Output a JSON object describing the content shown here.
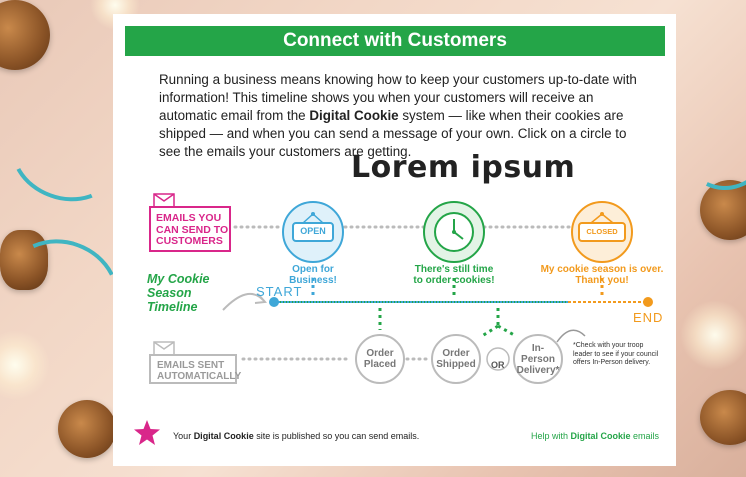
{
  "banner": {
    "title": "Connect with Customers"
  },
  "intro": {
    "part1": "Running a business means knowing how to keep your customers up-to-date with information! This timeline shows you when your customers will receive an automatic email from the ",
    "brand": "Digital Cookie",
    "part2": " system — like when their cookies are shipped — and when you can send a message of your own. Click on a circle to see the emails your customers are getting."
  },
  "heading": "Lorem ipsum",
  "emails_you_can_send": "EMAILS YOU CAN SEND TO CUSTOMERS",
  "emails_sent_auto": "EMAILS SENT AUTOMATICALLY",
  "timeline_label": "My Cookie Season Timeline",
  "start_label": "START",
  "end_label": "END",
  "open_sign": "OPEN",
  "closed_sign": "CLOSED",
  "milestones": [
    {
      "label": "Open for Business!",
      "color": "#3fa7d8"
    },
    {
      "label": "There's still time to order cookies!",
      "color": "#24a548"
    },
    {
      "label": "My cookie season is over. Thank you!",
      "color": "#f29a1d"
    }
  ],
  "auto_events": [
    {
      "label": "Order Placed"
    },
    {
      "label": "Order Shipped"
    },
    {
      "label": "In-Person Delivery*"
    }
  ],
  "or_label": "OR",
  "note": "*Check with your troop leader to see if your council offers In-Person delivery.",
  "footer": {
    "left_pre": "Your ",
    "left_brand": "Digital Cookie",
    "left_post": " site is published so you can send emails.",
    "right_pre": "Help with ",
    "right_brand": "Digital Cookie",
    "right_post": " emails"
  },
  "colors": {
    "green": "#24a548",
    "pink": "#d9268a",
    "blue": "#3fa7d8",
    "orange": "#f29a1d",
    "grey": "#bbbbbb"
  }
}
